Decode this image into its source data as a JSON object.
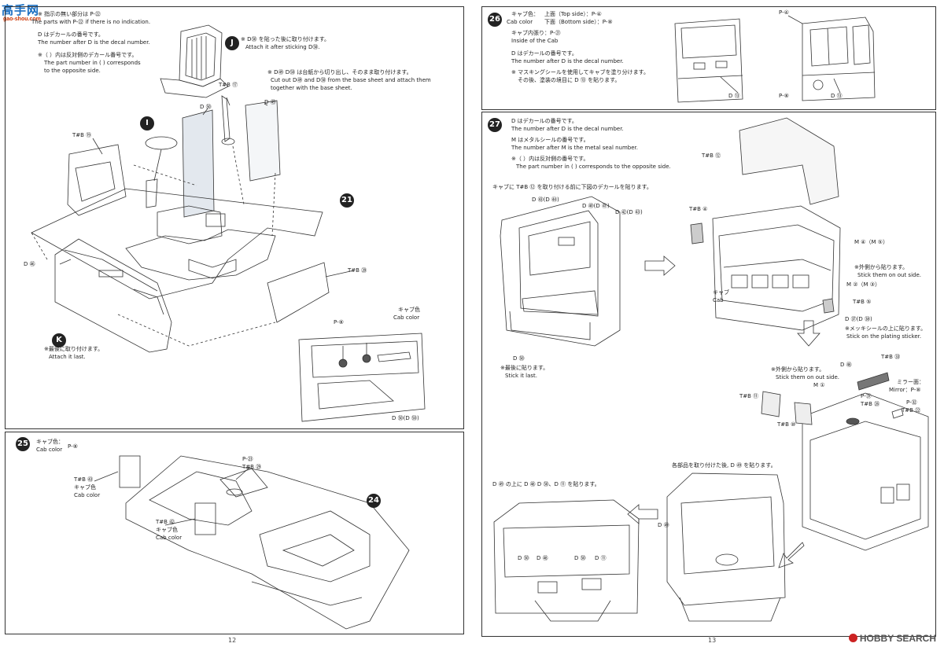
{
  "watermark_left": {
    "logo": "高手网",
    "url": "gao-shou.com"
  },
  "watermark_right": {
    "brand": "HOBBY SEARCH"
  },
  "left_page": {
    "intro": {
      "jp1": "※ 指示の無い部分は P-㉒",
      "en1": "The parts with P-㉒ if there is no indication.",
      "jp2": "D はデカールの番号です。",
      "en2": "The number after D is the decal number.",
      "jp3": "※（ ）内は反対側のデカール番号です。",
      "en3": "The part number in ( ) corresponds",
      "en4": "to the opposite side."
    },
    "step24": {
      "j_jp": "※ D㊿ を貼った後に取り付けます。",
      "j_en": "Attach it after sticking D㊿.",
      "cut_jp": "※ D㊾ D㊿ は台紙から切り出し、そのまま取り付けます。",
      "cut_en1": "Cut out D㊾ and D㊿ from the base sheet and attach them",
      "cut_en2": "together with the base sheet.",
      "tb17": "T#B ⑰",
      "d50": "D ㊿",
      "d49": "D ㊾",
      "tb19": "T#B ⑲",
      "d46": "D ㊻",
      "tb20": "T#B ⑳",
      "k_jp": "※最後に取り付けます。",
      "k_en": "Attach it last.",
      "cab_jp": "キャブ色",
      "cab_en": "Cab color",
      "p8": "P-⑧",
      "d51": "D ㊿(D ㊿)",
      "label_I": "I",
      "label_J": "J",
      "label_K": "K",
      "step_no": "21"
    },
    "step25": {
      "num": "25",
      "cab_jp": "キャブ色：",
      "cab_en": "Cab color",
      "p8": "P-⑧",
      "p23": "P-㉓",
      "tb29": "T#B ㉙",
      "tb53": "T#B ㊸",
      "tb53_jp": "キャブ色",
      "tb53_en": "Cab color",
      "tb52": "T#B ㊷",
      "tb52_jp": "キャブ色",
      "tb52_en": "Cab color",
      "sub": "24"
    },
    "page_number": "12"
  },
  "right_page": {
    "step26": {
      "num": "26",
      "cab_jp": "キャブ色：",
      "top_side": "上面（Top side）：P-④",
      "bottom_side": "下面（Bottom side）：P-⑧",
      "cab_en": "Cab color",
      "inside_jp": "キャブ内張り：P-㉑",
      "inside_en": "Inside of the Cab",
      "decal_jp": "D はデカールの番号です。",
      "decal_en": "The number after D is the decal number.",
      "mask_jp": "※ マスキングシールを使用してキャブを塗り分けます。",
      "mask_jp2": "その後、塗装の境目に D ⑬ を貼ります。",
      "d13a": "D ⑬",
      "p8": "P-⑧",
      "d13b": "D ⑬",
      "p4": "P-④"
    },
    "step27": {
      "num": "27",
      "jp1": "D はデカールの番号です。",
      "en1": "The number after D is the decal number.",
      "jp2": "M はメタルシールの番号です。",
      "en2": "The number after M is the metal seal number.",
      "jp3": "※（ ）内は反対側の番号です。",
      "en3": "The part number in ( ) corresponds to the opposite side.",
      "pre_jp": "キャブに T#B ⑫ を取り付ける前に下図のデカールを貼ります。",
      "tb12": "T#B ⑫",
      "tb4": "T#B ④",
      "m4": "M ④（M ⑤）",
      "out_jp": "※外側から貼ります。",
      "out_en": "Stick them on out side.",
      "m2": "M ②（M ③）",
      "tb5": "T#B ⑤",
      "d37": "D ㊲(D ㊳)",
      "plating_jp": "※メッキシールの上に貼ります。",
      "plating_en": "Stick on the plating sticker.",
      "cab_jp": "キャブ",
      "cab_en": "Cab",
      "d_labels": [
        "D ㊸(D ㊹)",
        "D ㊵(D ㊶)",
        "D ㊷(D ㊸)"
      ],
      "d61": "D ㊿",
      "last_jp": "※最後に貼ります。",
      "last_en": "Stick it last.",
      "tb33": "T#B ㉝",
      "d_c": "D ㊽",
      "out2_jp": "※外側から貼ります。",
      "out2_en": "Stick them on out side.",
      "m1": "M ①",
      "p31": "P-㉛",
      "tb26": "T#B ㉖",
      "mirror_jp": "ミラー面：",
      "mirror_en": "Mirror：P-⑧",
      "p32": "P-㉜",
      "tb22": "T#B ㉒",
      "tb11": "T#B ⑪",
      "tb10": "T#B ⑩",
      "after_jp": "各部品を取り付けた後, D ㊾ を貼ります。",
      "on_jp": "D ㊾ の上に D ㊽ D ㊿、D ⑪ を貼ります。",
      "d59": "D ㊾",
      "d_row": [
        "D ㊿",
        "D ㊽",
        "D ㊿",
        "D ⑪"
      ]
    },
    "page_number": "13"
  }
}
